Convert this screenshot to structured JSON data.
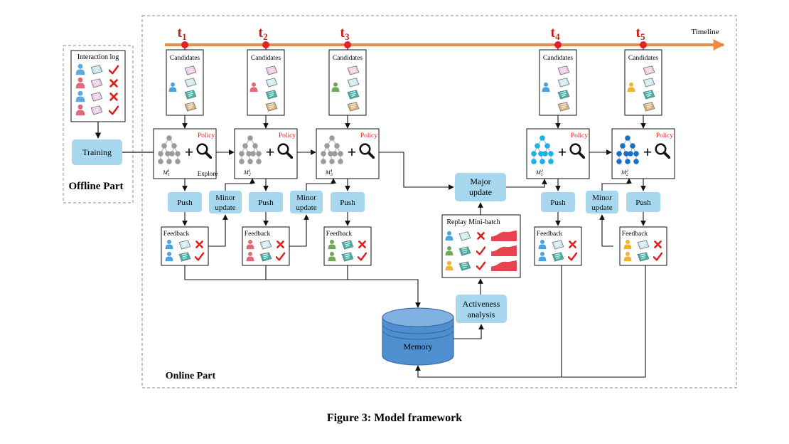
{
  "caption": "Figure 3: Model framework",
  "offline": {
    "title": "Offline Part",
    "log_title": "Interaction log",
    "training": "Training"
  },
  "online": {
    "title": "Online Part",
    "timeline_label": "Timeline",
    "ticks": [
      {
        "t": "t",
        "sub": "1"
      },
      {
        "t": "t",
        "sub": "2"
      },
      {
        "t": "t",
        "sub": "3"
      },
      {
        "t": "t",
        "sub": "4"
      },
      {
        "t": "t",
        "sub": "5"
      }
    ],
    "candidates_label": "Candidates",
    "policy_label": "Policy",
    "explore_label": "Explore",
    "model_labels": [
      {
        "m": "M",
        "sup": "1",
        "sub": "1"
      },
      {
        "m": "M",
        "sup": "1",
        "sub": "2"
      },
      {
        "m": "M",
        "sup": "1",
        "sub": "3"
      },
      {
        "m": "M",
        "sup": "2",
        "sub": "1"
      },
      {
        "m": "M",
        "sup": "2",
        "sub": "2"
      }
    ],
    "push_label": "Push",
    "minor_update_line1": "Minor",
    "minor_update_line2": "update",
    "major_update_line1": "Major",
    "major_update_line2": "update",
    "feedback_label": "Feedback",
    "replay_label": "Replay Mini-batch",
    "activeness_line1": "Activeness",
    "activeness_line2": "analysis",
    "memory_label": "Memory"
  },
  "colors": {
    "timeline": "#f08a3e",
    "tick_text": "#cc1a1a",
    "box_fill": "#a7d7ee",
    "node_gray": "#9b9b9b",
    "node_blue": "#1ab0ea",
    "node_blue2": "#1670c8",
    "memory_fill": "#4f8fd0",
    "check": "#dd2222"
  },
  "icons": {
    "user": "user-icon",
    "item": "item-card-icon",
    "check": "check-mark-icon",
    "cross": "cross-mark-icon",
    "magnifier": "magnifier-icon",
    "tree": "tree-model-icon",
    "curve": "activeness-curve-icon"
  }
}
